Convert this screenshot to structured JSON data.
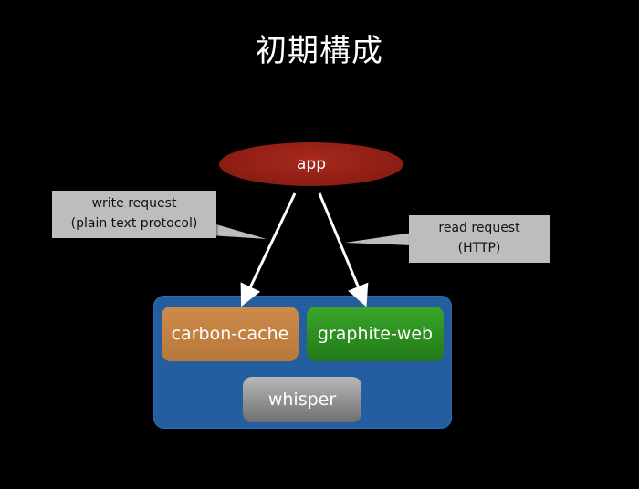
{
  "title": "初期構成",
  "nodes": {
    "app": "app",
    "carbon_cache": "carbon-cache",
    "graphite_web": "graphite-web",
    "whisper": "whisper"
  },
  "callouts": {
    "write": {
      "line1": "write request",
      "line2": "(plain text protocol)"
    },
    "read": {
      "line1": "read request",
      "line2": "(HTTP)"
    }
  },
  "colors": {
    "background": "#000000",
    "app": "#8b1d14",
    "container": "#245ea0",
    "carbon_cache": "#c4823f",
    "graphite_web": "#2e8f22",
    "whisper": "#9a9a9a",
    "callout": "#bdbdbd",
    "arrow": "#ffffff"
  }
}
